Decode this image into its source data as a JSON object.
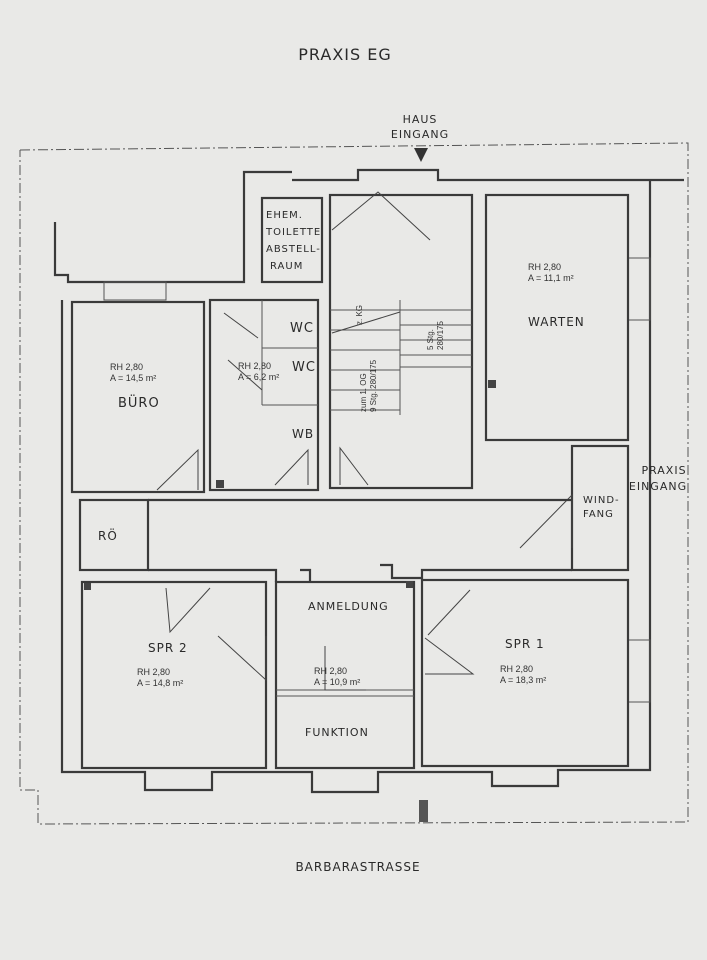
{
  "title": "PRAXIS EG",
  "street": "BARBARASTRASSE",
  "entrances": {
    "house": [
      "HAUS",
      "EINGANG"
    ],
    "practice": [
      "PRAXIS",
      "EINGANG"
    ]
  },
  "rooms": {
    "storage": [
      "EHEM.",
      "TOILETTE",
      "ABSTELL-",
      "RAUM"
    ],
    "buero": {
      "name": "BÜRO",
      "rh": "RH 2,80",
      "area": "A = 14,5 m²"
    },
    "wc_block": {
      "wc1": "WC",
      "wc2": "WC",
      "wb": "WB",
      "rh": "RH 2,80",
      "area": "A = 6,2 m²"
    },
    "roe": "RÖ",
    "warten": {
      "name": "WARTEN",
      "rh": "RH 2,80",
      "area": "A = 11,1 m²"
    },
    "windfang": [
      "WIND-",
      "FANG"
    ],
    "spr2": {
      "name": "SPR 2",
      "rh": "RH 2,80",
      "area": "A = 14,8 m²"
    },
    "anmeldung": {
      "name": "ANMELDUNG",
      "rh": "RH 2,80",
      "area": "A = 10,9 m²"
    },
    "funktion": "FUNKTION",
    "spr1": {
      "name": "SPR 1",
      "rh": "RH 2,80",
      "area": "A = 18,3 m²"
    }
  },
  "stairs": {
    "up": [
      "zum 1. OG",
      "9 Stg. 280/175"
    ],
    "down_kg": "z. KG",
    "down": [
      "5 Stg.",
      "280/175"
    ]
  },
  "colors": {
    "paper": "#e9e9e7",
    "ink": "#3a3a3a"
  }
}
